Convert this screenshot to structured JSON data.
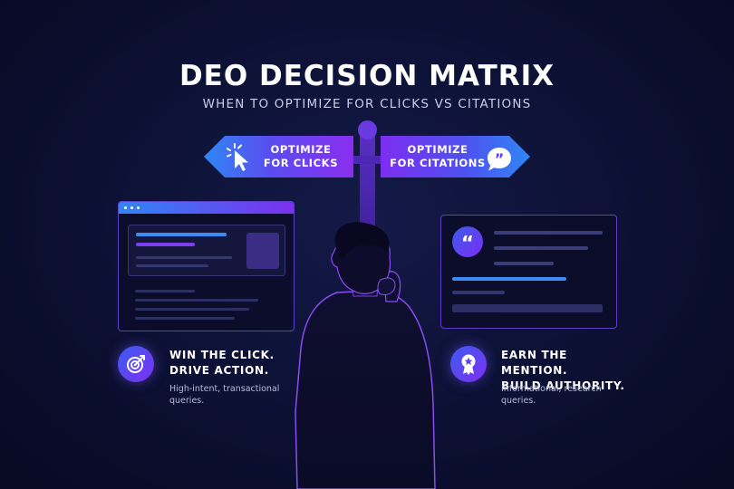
{
  "header": {
    "title": "DEO DECISION MATRIX",
    "subtitle": "WHEN TO OPTIMIZE FOR CLICKS VS CITATIONS"
  },
  "signs": {
    "left": {
      "line1": "OPTIMIZE",
      "line2": "FOR CLICKS",
      "icon": "cursor-click-icon"
    },
    "right": {
      "line1": "OPTIMIZE",
      "line2": "FOR CITATIONS",
      "icon": "quote-bubble-icon"
    }
  },
  "captions": {
    "left": {
      "heading1": "WIN THE CLICK.",
      "heading2": "DRIVE ACTION.",
      "body1": "High-intent, transactional",
      "body2": "queries.",
      "icon": "target-icon"
    },
    "right": {
      "heading1": "EARN THE MENTION.",
      "heading2": "BUILD AUTHORITY.",
      "body1": "Informational, research",
      "body2": "queries.",
      "icon": "award-ribbon-icon"
    }
  },
  "colors": {
    "background": "#0c1033",
    "accent_blue": "#2f86f5",
    "accent_purple": "#7b2ff0"
  }
}
